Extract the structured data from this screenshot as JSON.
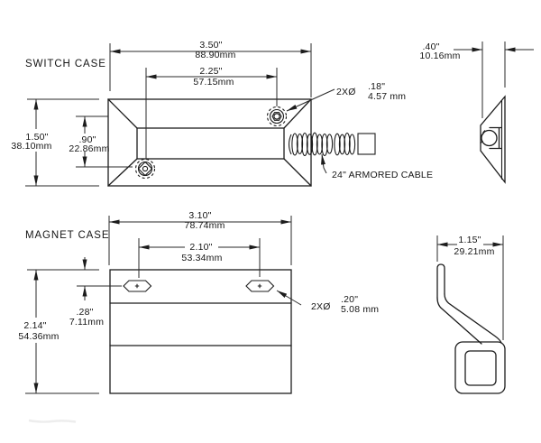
{
  "meta": {
    "background_color": "#ffffff",
    "line_color": "#1c1c1c",
    "drawing_type": "dimension-drawing"
  },
  "labels": {
    "switch_case": "SWITCH CASE",
    "magnet_case": "MAGNET CASE",
    "armored_cable": "24\" ARMORED CABLE"
  },
  "dims": {
    "switch_width_in": "3.50\"",
    "switch_width_mm": "88.90mm",
    "switch_span_in": "2.25\"",
    "switch_span_mm": "57.15mm",
    "switch_height_in": "1.50\"",
    "switch_height_mm": "38.10mm",
    "switch_offset_in": ".90\"",
    "switch_offset_mm": "22.86mm",
    "switch_depth_in": ".40\"",
    "switch_depth_mm": "10.16mm",
    "switch_hole_qty": "2XØ",
    "switch_hole_in": ".18\"",
    "switch_hole_mm": "4.57 mm",
    "magnet_width_in": "3.10\"",
    "magnet_width_mm": "78.74mm",
    "magnet_span_in": "2.10\"",
    "magnet_span_mm": "53.34mm",
    "magnet_height_in": "2.14\"",
    "magnet_height_mm": "54.36mm",
    "magnet_offset_in": ".28\"",
    "magnet_offset_mm": "7.11mm",
    "magnet_depth_in": "1.15\"",
    "magnet_depth_mm": "29.21mm",
    "magnet_hole_qty": "2XØ",
    "magnet_hole_in": ".20\"",
    "magnet_hole_mm": "5.08 mm"
  }
}
